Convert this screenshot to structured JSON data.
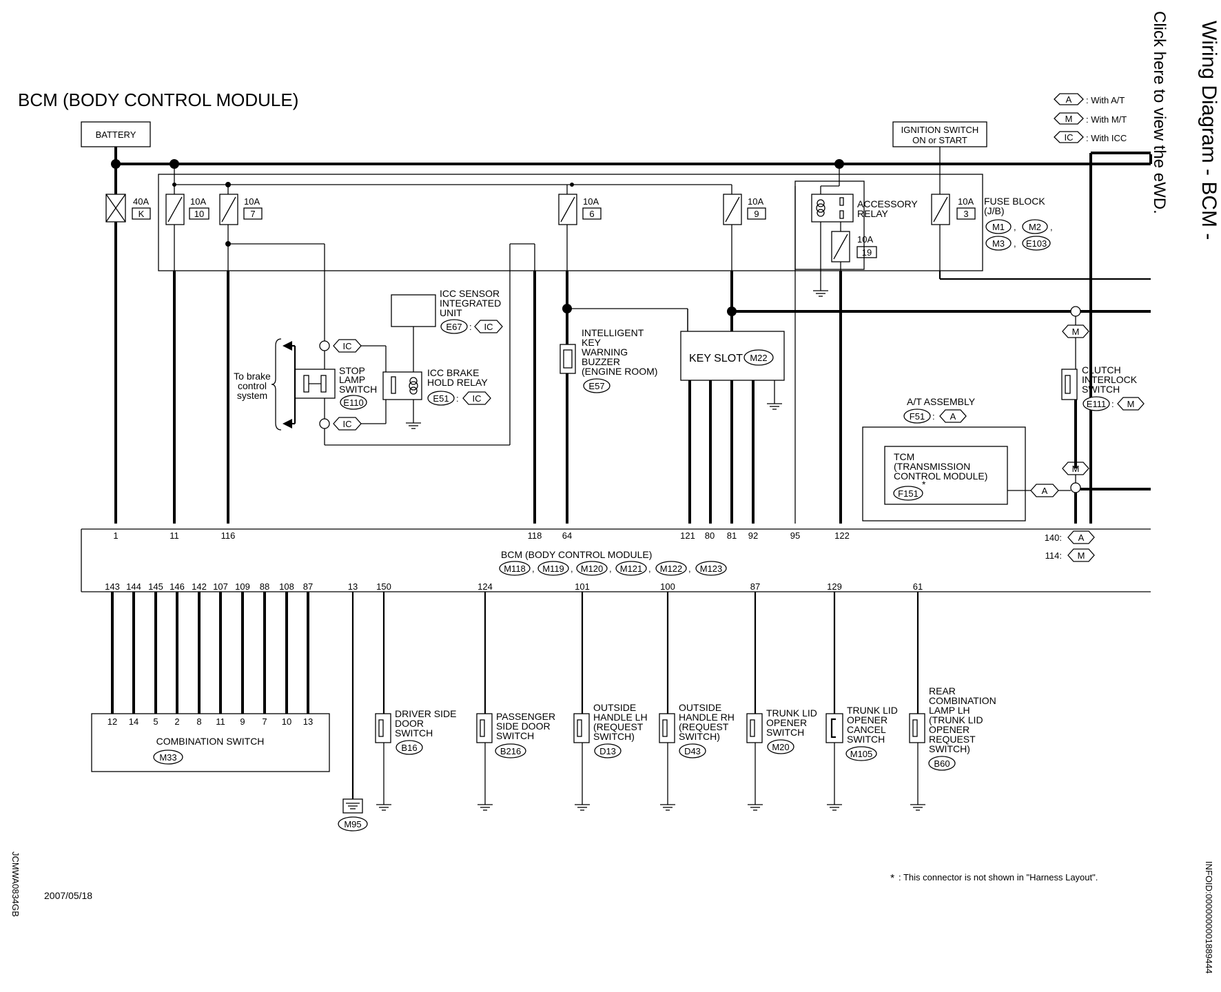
{
  "header": {
    "title": "BCM (BODY CONTROL MODULE)",
    "side_title": "Wiring Diagram - BCM -",
    "side_link": "Click here to view the eWD."
  },
  "legend": [
    {
      "code": "A",
      "text": ": With A/T"
    },
    {
      "code": "M",
      "text": ": With M/T"
    },
    {
      "code": "IC",
      "text": ": With ICC"
    }
  ],
  "power": {
    "battery": "BATTERY",
    "ignition_line1": "IGNITION SWITCH",
    "ignition_line2": "ON or START"
  },
  "fuses": [
    {
      "amp": "40A",
      "id": "K"
    },
    {
      "amp": "10A",
      "id": "10"
    },
    {
      "amp": "10A",
      "id": "7"
    },
    {
      "amp": "10A",
      "id": "6"
    },
    {
      "amp": "10A",
      "id": "9"
    },
    {
      "amp": "10A",
      "id": "19"
    },
    {
      "amp": "10A",
      "id": "3"
    }
  ],
  "fuse_block": {
    "label1": "FUSE BLOCK",
    "label2": "(J/B)",
    "connectors": [
      "M1",
      "M2",
      "M3",
      "E103"
    ],
    "sep": ","
  },
  "accessory_relay": {
    "line1": "ACCESSORY",
    "line2": "RELAY"
  },
  "icc_sensor": {
    "lines": [
      "ICC SENSOR",
      "INTEGRATED",
      "UNIT"
    ],
    "connector": "E67",
    "option": "IC"
  },
  "stop_lamp": {
    "lines": [
      "STOP",
      "LAMP",
      "SWITCH"
    ],
    "connector": "E110"
  },
  "brake_system": {
    "lines": [
      "To brake",
      "control",
      "system"
    ]
  },
  "icc_relay": {
    "lines": [
      "ICC BRAKE",
      "HOLD RELAY"
    ],
    "connector": "E51",
    "option": "IC"
  },
  "buzzer": {
    "lines": [
      "INTELLIGENT",
      "KEY",
      "WARNING",
      "BUZZER",
      "(ENGINE ROOM)"
    ],
    "connector": "E57"
  },
  "key_slot": {
    "label": "KEY SLOT",
    "connector": "M22"
  },
  "clutch": {
    "lines": [
      "CLUTCH",
      "INTERLOCK",
      "SWITCH"
    ],
    "connector": "E111",
    "option": "M"
  },
  "at_assembly": {
    "label": "A/T ASSEMBLY",
    "connector": "F51",
    "option": "A"
  },
  "tcm": {
    "lines": [
      "TCM",
      "(TRANSMISSION",
      "CONTROL MODULE)"
    ],
    "connector": "F151",
    "star": "*"
  },
  "bcm": {
    "label": "BCM (BODY CONTROL MODULE)",
    "connectors": [
      "M118",
      "M119",
      "M120",
      "M121",
      "M122",
      "M123"
    ],
    "sep": ",",
    "top_pins": [
      "1",
      "11",
      "116",
      "118",
      "64",
      "121",
      "80",
      "81",
      "92",
      "95",
      "122"
    ],
    "right_pins": [
      {
        "pin": "140:",
        "option": "A"
      },
      {
        "pin": "114:",
        "option": "M"
      }
    ],
    "bottom_pins": [
      "143",
      "144",
      "145",
      "146",
      "142",
      "107",
      "109",
      "88",
      "108",
      "87",
      "13",
      "150",
      "124",
      "101",
      "100",
      "87",
      "129",
      "61"
    ]
  },
  "combination_switch": {
    "label": "COMBINATION SWITCH",
    "connector": "M33",
    "pins": [
      "12",
      "14",
      "5",
      "2",
      "8",
      "11",
      "9",
      "7",
      "10",
      "13"
    ]
  },
  "ground": {
    "connector": "M95"
  },
  "switches": [
    {
      "lines": [
        "DRIVER SIDE",
        "DOOR",
        "SWITCH"
      ],
      "connector": "B16"
    },
    {
      "lines": [
        "PASSENGER",
        "SIDE DOOR",
        "SWITCH"
      ],
      "connector": "B216"
    },
    {
      "lines": [
        "OUTSIDE",
        "HANDLE LH",
        "(REQUEST",
        "SWITCH)"
      ],
      "connector": "D13"
    },
    {
      "lines": [
        "OUTSIDE",
        "HANDLE RH",
        "(REQUEST",
        "SWITCH)"
      ],
      "connector": "D43"
    },
    {
      "lines": [
        "TRUNK LID",
        "OPENER",
        "SWITCH"
      ],
      "connector": "M20"
    },
    {
      "lines": [
        "TRUNK LID",
        "OPENER",
        "CANCEL",
        "SWITCH"
      ],
      "connector": "M105"
    },
    {
      "lines": [
        "REAR",
        "COMBINATION",
        "LAMP LH",
        "(TRUNK LID",
        "OPENER",
        "REQUEST",
        "SWITCH)"
      ],
      "connector": "B60"
    }
  ],
  "footer": {
    "note_star": "*",
    "note": ": This connector is not shown in \"Harness Layout\".",
    "date": "2007/05/18",
    "code_left": "JCMWA0834GB",
    "code_right": "INFOID:0000000001889444"
  }
}
